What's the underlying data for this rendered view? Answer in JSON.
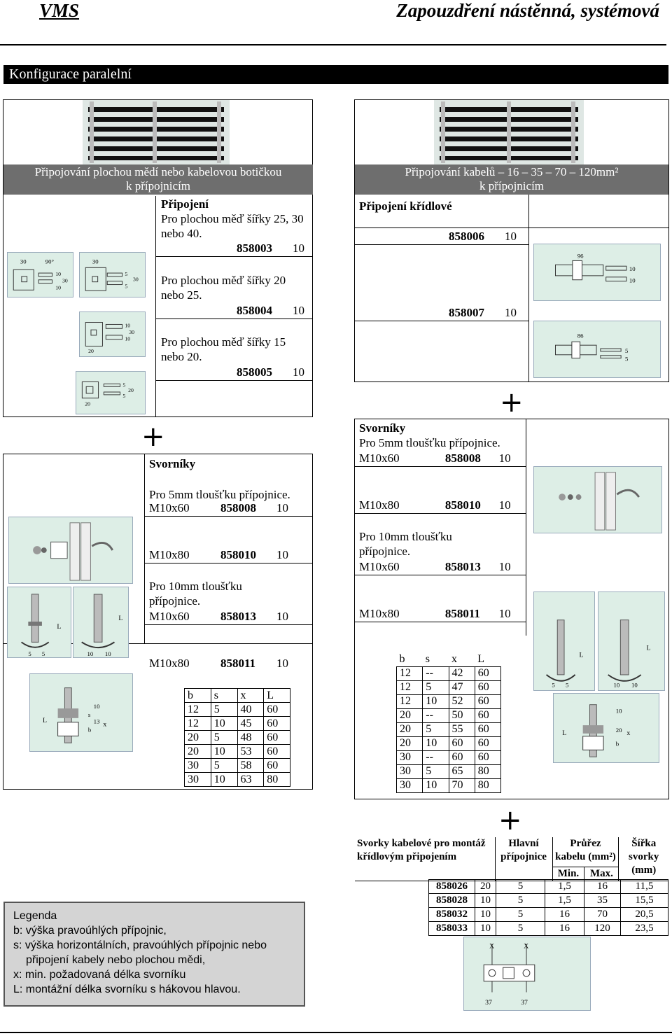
{
  "header": {
    "brand": "VMS",
    "title": "Zapouzdření nástěnná, systémová"
  },
  "section_title": "Konfigurace paralelní",
  "left": {
    "grey_line1": "Připojování plochou mědí nebo kabelovou botičkou",
    "grey_line2": "k přípojnicím",
    "connection_title": "Připojení",
    "options": [
      {
        "text": "Pro plochou měď šířky 25, 30 nebo 40.",
        "code": "858003",
        "qty": "10"
      },
      {
        "text": "Pro plochou měď šířky 20 nebo 25.",
        "code": "858004",
        "qty": "10"
      },
      {
        "text": "Pro plochou měď šířky 15 nebo 20.",
        "code": "858005",
        "qty": "10"
      }
    ],
    "plus": "+",
    "bolts_title": "Svorníky",
    "bolts_5mm": "Pro 5mm tloušťku přípojnice.",
    "bolts_10mm": "Pro 10mm tloušťku přípojnice.",
    "bolt_rows": [
      {
        "size": "M10x60",
        "code": "858008",
        "qty": "10"
      },
      {
        "size": "M10x80",
        "code": "858010",
        "qty": "10"
      },
      {
        "size": "M10x60",
        "code": "858013",
        "qty": "10"
      },
      {
        "size": "M10x80",
        "code": "858011",
        "qty": "10"
      }
    ],
    "table": {
      "headers": [
        "b",
        "s",
        "x",
        "L"
      ],
      "rows": [
        [
          "12",
          "5",
          "40",
          "60"
        ],
        [
          "12",
          "10",
          "45",
          "60"
        ],
        [
          "20",
          "5",
          "48",
          "60"
        ],
        [
          "20",
          "10",
          "53",
          "60"
        ],
        [
          "30",
          "5",
          "58",
          "60"
        ],
        [
          "30",
          "10",
          "63",
          "80"
        ]
      ]
    }
  },
  "right": {
    "grey_line1": "Připojování kabelů – 16 – 35 – 70 – 120mm²",
    "grey_line2": "k přípojnicím",
    "connection_title": "Připojení křídlové",
    "options": [
      {
        "code": "858006",
        "qty": "10"
      },
      {
        "code": "858007",
        "qty": "10"
      }
    ],
    "plus": "+",
    "bolts_title": "Svorníky",
    "bolts_5mm": "Pro 5mm tloušťku přípojnice.",
    "bolts_10mm": "Pro 10mm tloušťku přípojnice.",
    "bolt_rows": [
      {
        "size": "M10x60",
        "code": "858008",
        "qty": "10"
      },
      {
        "size": "M10x80",
        "code": "858010",
        "qty": "10"
      },
      {
        "size": "M10x60",
        "code": "858013",
        "qty": "10"
      },
      {
        "size": "M10x80",
        "code": "858011",
        "qty": "10"
      }
    ],
    "table": {
      "headers": [
        "b",
        "s",
        "x",
        "L"
      ],
      "rows": [
        [
          "12",
          "--",
          "42",
          "60"
        ],
        [
          "12",
          "5",
          "47",
          "60"
        ],
        [
          "12",
          "10",
          "52",
          "60"
        ],
        [
          "20",
          "--",
          "50",
          "60"
        ],
        [
          "20",
          "5",
          "55",
          "60"
        ],
        [
          "20",
          "10",
          "60",
          "60"
        ],
        [
          "30",
          "--",
          "60",
          "60"
        ],
        [
          "30",
          "5",
          "65",
          "80"
        ],
        [
          "30",
          "10",
          "70",
          "80"
        ]
      ]
    }
  },
  "drawing_labels": {
    "l1": "30",
    "l2": "90°",
    "l3": "10",
    "l4": "30",
    "l5": "10",
    "l6": "30",
    "l7": "5",
    "l8": "30",
    "l9": "5",
    "l10": "10",
    "l11": "30",
    "l12": "10",
    "l13": "20",
    "l14": "5",
    "l15": "20",
    "l16": "5",
    "l17": "20",
    "r96": "96",
    "r10a": "10",
    "r10b": "10",
    "r86": "86",
    "r5a": "5",
    "r5b": "5",
    "L": "L",
    "n5": "5",
    "n10": "10",
    "n13": "13",
    "b": "b",
    "x": "x",
    "s": "s",
    "n20": "20",
    "n37": "37",
    "X": "X"
  },
  "bottom": {
    "plus": "+",
    "clamp_title": "Svorky kabelové pro montáž křídlovým připojením",
    "col_main": "Hlavní přípojnice",
    "col_cross": "Průřez kabelu (mm²)",
    "col_min": "Min.",
    "col_max": "Max.",
    "col_width": "Šířka svorky (mm)",
    "rows": [
      [
        "858026",
        "20",
        "5",
        "1,5",
        "16",
        "11,5"
      ],
      [
        "858028",
        "10",
        "5",
        "1,5",
        "35",
        "15,5"
      ],
      [
        "858032",
        "10",
        "5",
        "16",
        "70",
        "20,5"
      ],
      [
        "858033",
        "10",
        "5",
        "16",
        "120",
        "23,5"
      ]
    ]
  },
  "legend": {
    "title": "Legenda",
    "b": "b: výška pravoúhlých přípojnic,",
    "s1": "s: výška horizontálních, pravoúhlých přípojnic nebo",
    "s2": "připojení kabely nebo plochou mědi,",
    "x": "x: min. požadovaná délka svorníku",
    "L": "L: montážní délka svorníku s hákovou hlavou."
  },
  "colors": {
    "mint": "#ddeee6",
    "grey": "#6e6e6e",
    "legend_bg": "#d4d4d4"
  }
}
